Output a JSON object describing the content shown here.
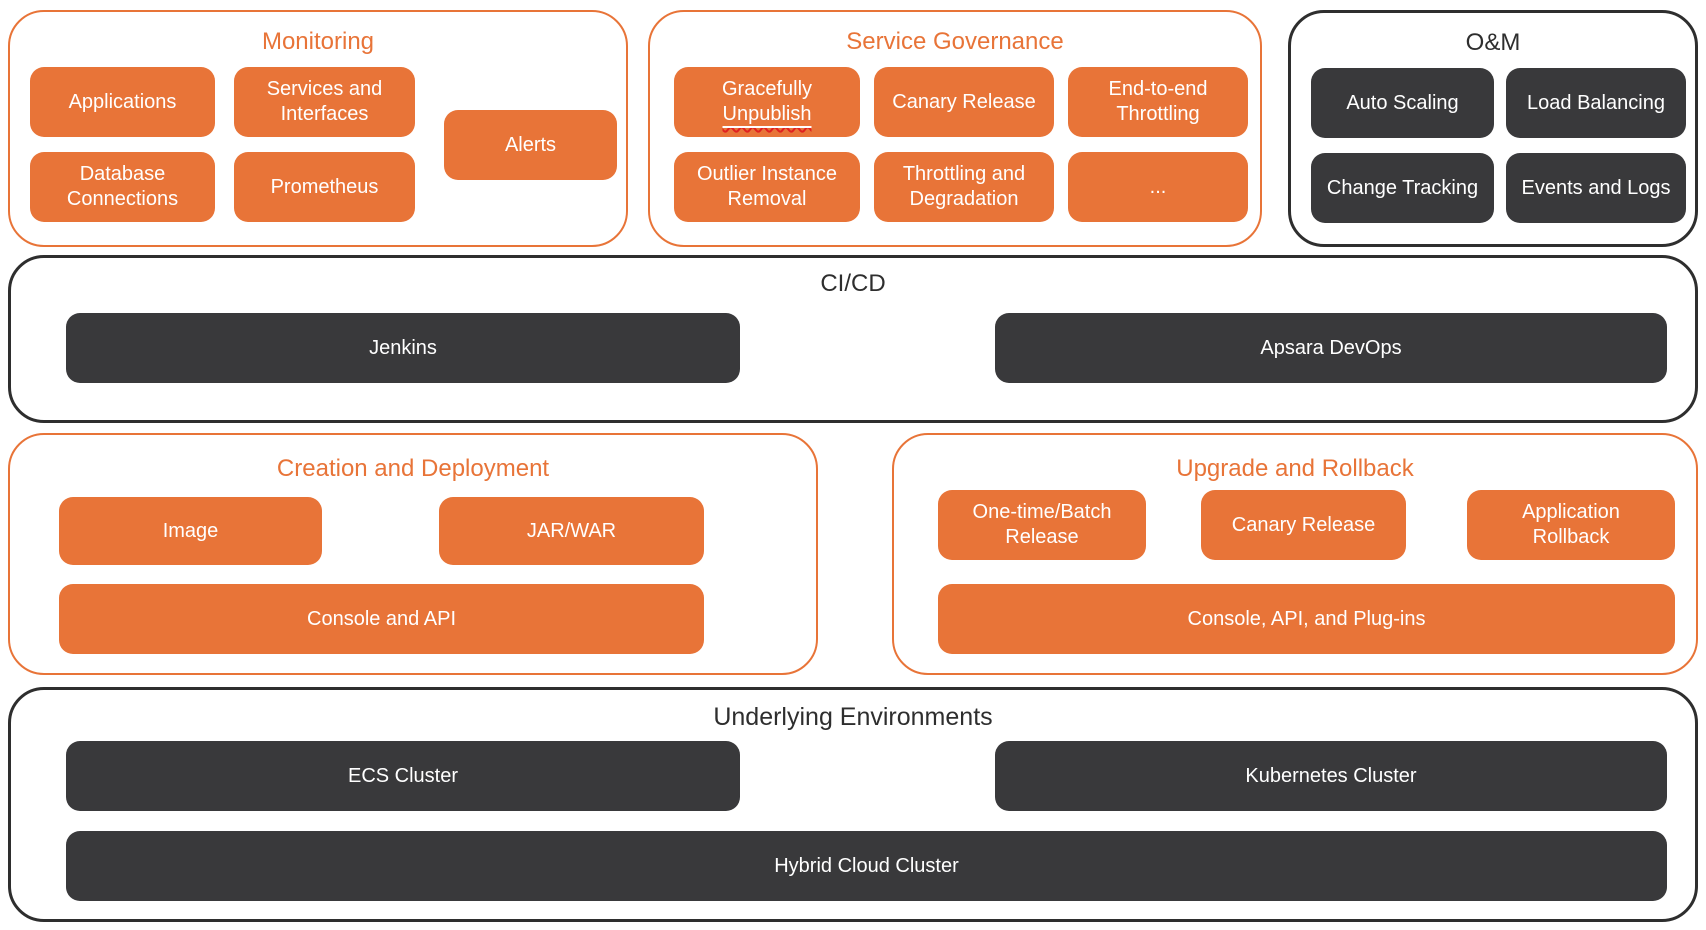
{
  "monitoring": {
    "title": "Monitoring",
    "items": [
      "Applications",
      "Services and Interfaces",
      "Database Connections",
      "Prometheus",
      "Alerts"
    ]
  },
  "service_governance": {
    "title": "Service Governance",
    "gracefully_unpublish": {
      "word1": "Gracefully",
      "word2_misspelled_squiggle": "Unpublish"
    },
    "items": [
      "Canary Release",
      "End-to-end Throttling",
      "Outlier Instance Removal",
      "Throttling and Degradation",
      "..."
    ]
  },
  "om": {
    "title": "O&M",
    "items": [
      "Auto Scaling",
      "Load Balancing",
      "Change Tracking",
      "Events and Logs"
    ]
  },
  "cicd": {
    "title": "CI/CD",
    "items": [
      "Jenkins",
      "Apsara DevOps"
    ]
  },
  "creation_deployment": {
    "title": "Creation and Deployment",
    "items": [
      "Image",
      "JAR/WAR",
      "Console and API"
    ]
  },
  "upgrade_rollback": {
    "title": "Upgrade and Rollback",
    "items": [
      "One-time/Batch Release",
      "Canary Release",
      "Application Rollback",
      "Console, API, and Plug-ins"
    ]
  },
  "underlying": {
    "title": "Underlying Environments",
    "items": [
      "ECS Cluster",
      "Kubernetes Cluster",
      "Hybrid Cloud Cluster"
    ]
  },
  "colors": {
    "orange": "#E87438",
    "dark_fill": "#39393B",
    "dark_border": "#2E2E2E",
    "node_text": "#FFFFFF",
    "squiggle_red": "#E02020",
    "background": "#FFFFFF"
  }
}
